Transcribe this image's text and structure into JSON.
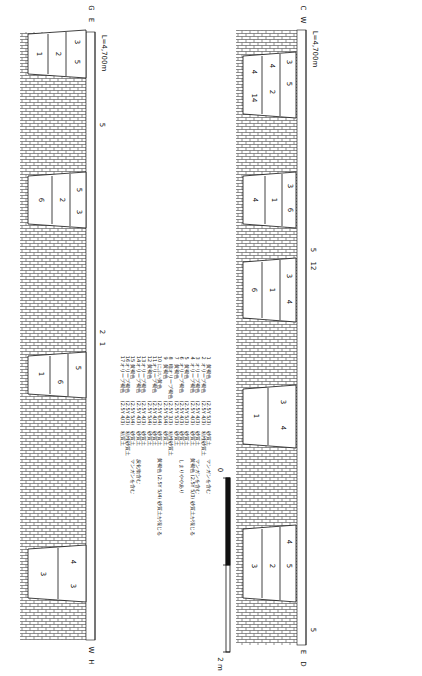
{
  "diagram": {
    "labels": [
      "C",
      "W",
      "L=4,700m",
      "E",
      "D",
      "3",
      "5",
      "4",
      "2",
      "4",
      "14",
      "3",
      "6",
      "1",
      "4",
      "5",
      "12",
      "3",
      "4",
      "1",
      "6",
      "3",
      "4",
      "1",
      "4",
      "5",
      "2",
      "3",
      "5",
      "G",
      "E",
      "L=4,700m",
      "W",
      "H",
      "3",
      "5",
      "2",
      "1",
      "5",
      "5",
      "3",
      "2",
      "6",
      "2",
      "1",
      "5",
      "6",
      "1",
      "4",
      "3",
      "3",
      "0",
      "2 m",
      "1",
      "黄褐色",
      "(2.5Y 5/3)",
      "砂質土",
      "マンガンを含む",
      "2",
      "オリーブ褐色",
      "(2.5Y 4/3)",
      "粘性砂質土",
      "3",
      "オリーブ褐色",
      "(2.5Y 4/3)",
      "砂質土",
      "マンガンを含む",
      "4",
      "オリーブ褐色",
      "(2.5Y 4/3)",
      "砂質土",
      "黄褐色 (2.5Y 5/3) 砂質土が混じる",
      "5",
      "黄褐色",
      "(2.5Y 5/3)",
      "砂質土",
      "6",
      "オリーブ褐色",
      "(2.5Y 4/3)",
      "砂質土",
      "しまりややあり",
      "7",
      "黄褐色",
      "(2.5Y 5/3)",
      "砂質土",
      "8",
      "暗オリーブ褐色",
      "(2.5Y 3/3)",
      "粘性砂質土",
      "9",
      "黄褐色",
      "(2.5Y 5/4)",
      "砂質土",
      "10",
      "にぶい黄色",
      "(2.5Y 6/4)",
      "砂質土",
      "黄褐色 (2.5Y 5/4) 砂質土が混じる",
      "11",
      "オリーブ褐色",
      "(2.5Y 4/3)",
      "砂質土",
      "12",
      "黄褐色",
      "(2.5Y 5/4)",
      "砂質土",
      "13",
      "オリーブ褐色",
      "(2.5Y 4/3)",
      "砂質土",
      "14",
      "オリーブ褐色",
      "(2.5Y 4/3)",
      "砂質土",
      "炭化物含む",
      "15",
      "黄褐色",
      "(2.5Y 5/4)",
      "砂質土",
      "マンガンを含む",
      "16",
      "オリーブ褐色",
      "(2.5Y 4/3)",
      "粘性砂質土",
      "17",
      "オリーブ褐色",
      "(2.5Y 4/3)",
      "粘質土"
    ]
  }
}
